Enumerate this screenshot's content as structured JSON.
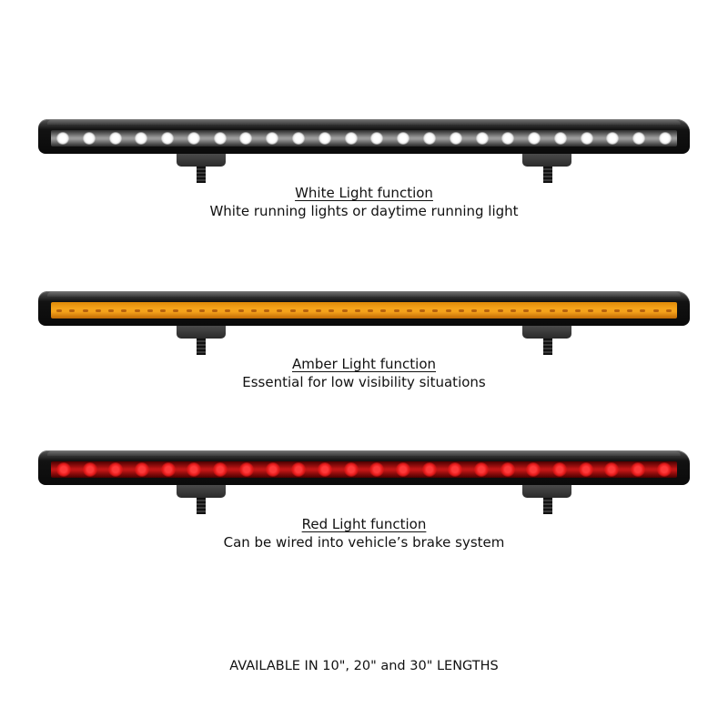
{
  "sections": [
    {
      "id": "white",
      "title": "White Light function",
      "description": "White running lights or daytime running light",
      "light_color": "#ffffff",
      "led_count": 24
    },
    {
      "id": "amber",
      "title": "Amber Light function",
      "description": "Essential for low visibility situations",
      "light_color": "#f4a01a",
      "led_count": 48
    },
    {
      "id": "red",
      "title": "Red Light function",
      "description": "Can be wired into vehicle’s brake system",
      "light_color": "#d01818",
      "led_count": 24
    }
  ],
  "footer": {
    "text": "AVAILABLE IN 10\", 20\" and 30\" LENGTHS"
  }
}
